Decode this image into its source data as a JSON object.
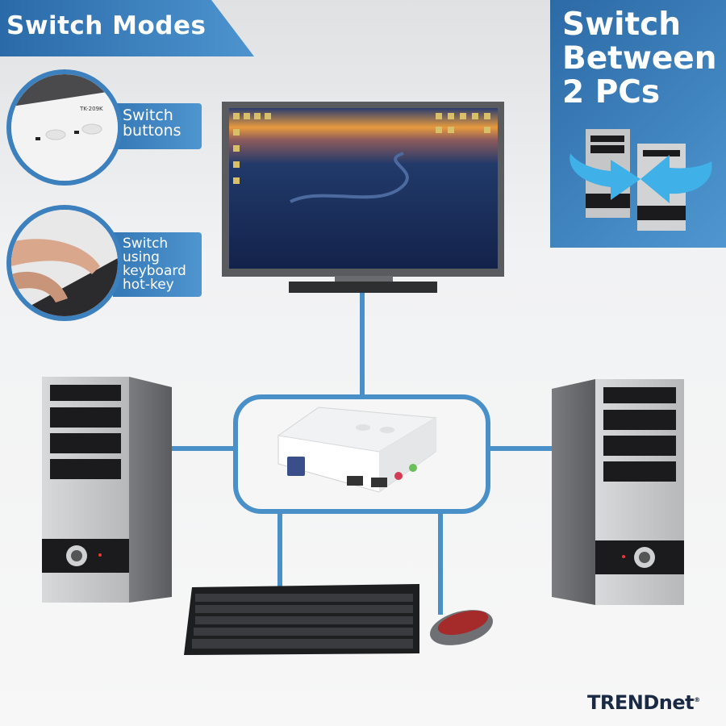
{
  "banner": {
    "title": "Switch Modes"
  },
  "modes": [
    {
      "label_lines": [
        "Switch",
        "buttons"
      ],
      "image": "kvm-switch-buttons-closeup"
    },
    {
      "label_lines": [
        "Switch",
        "using",
        "keyboard",
        "hot-key"
      ],
      "image": "hands-typing-keyboard"
    }
  ],
  "right_panel": {
    "title_lines": [
      "Switch",
      "Between",
      "2 PCs"
    ],
    "icon": "two-pc-swap-arrows-icon"
  },
  "device": {
    "model": "TK-209K"
  },
  "logo": {
    "text": "TRENDnet",
    "mark": "®"
  },
  "colors": {
    "accent": "#3d80be",
    "connector": "#4a90c8",
    "tower": "#c9cacc",
    "tower_dark": "#1b1b1d"
  }
}
